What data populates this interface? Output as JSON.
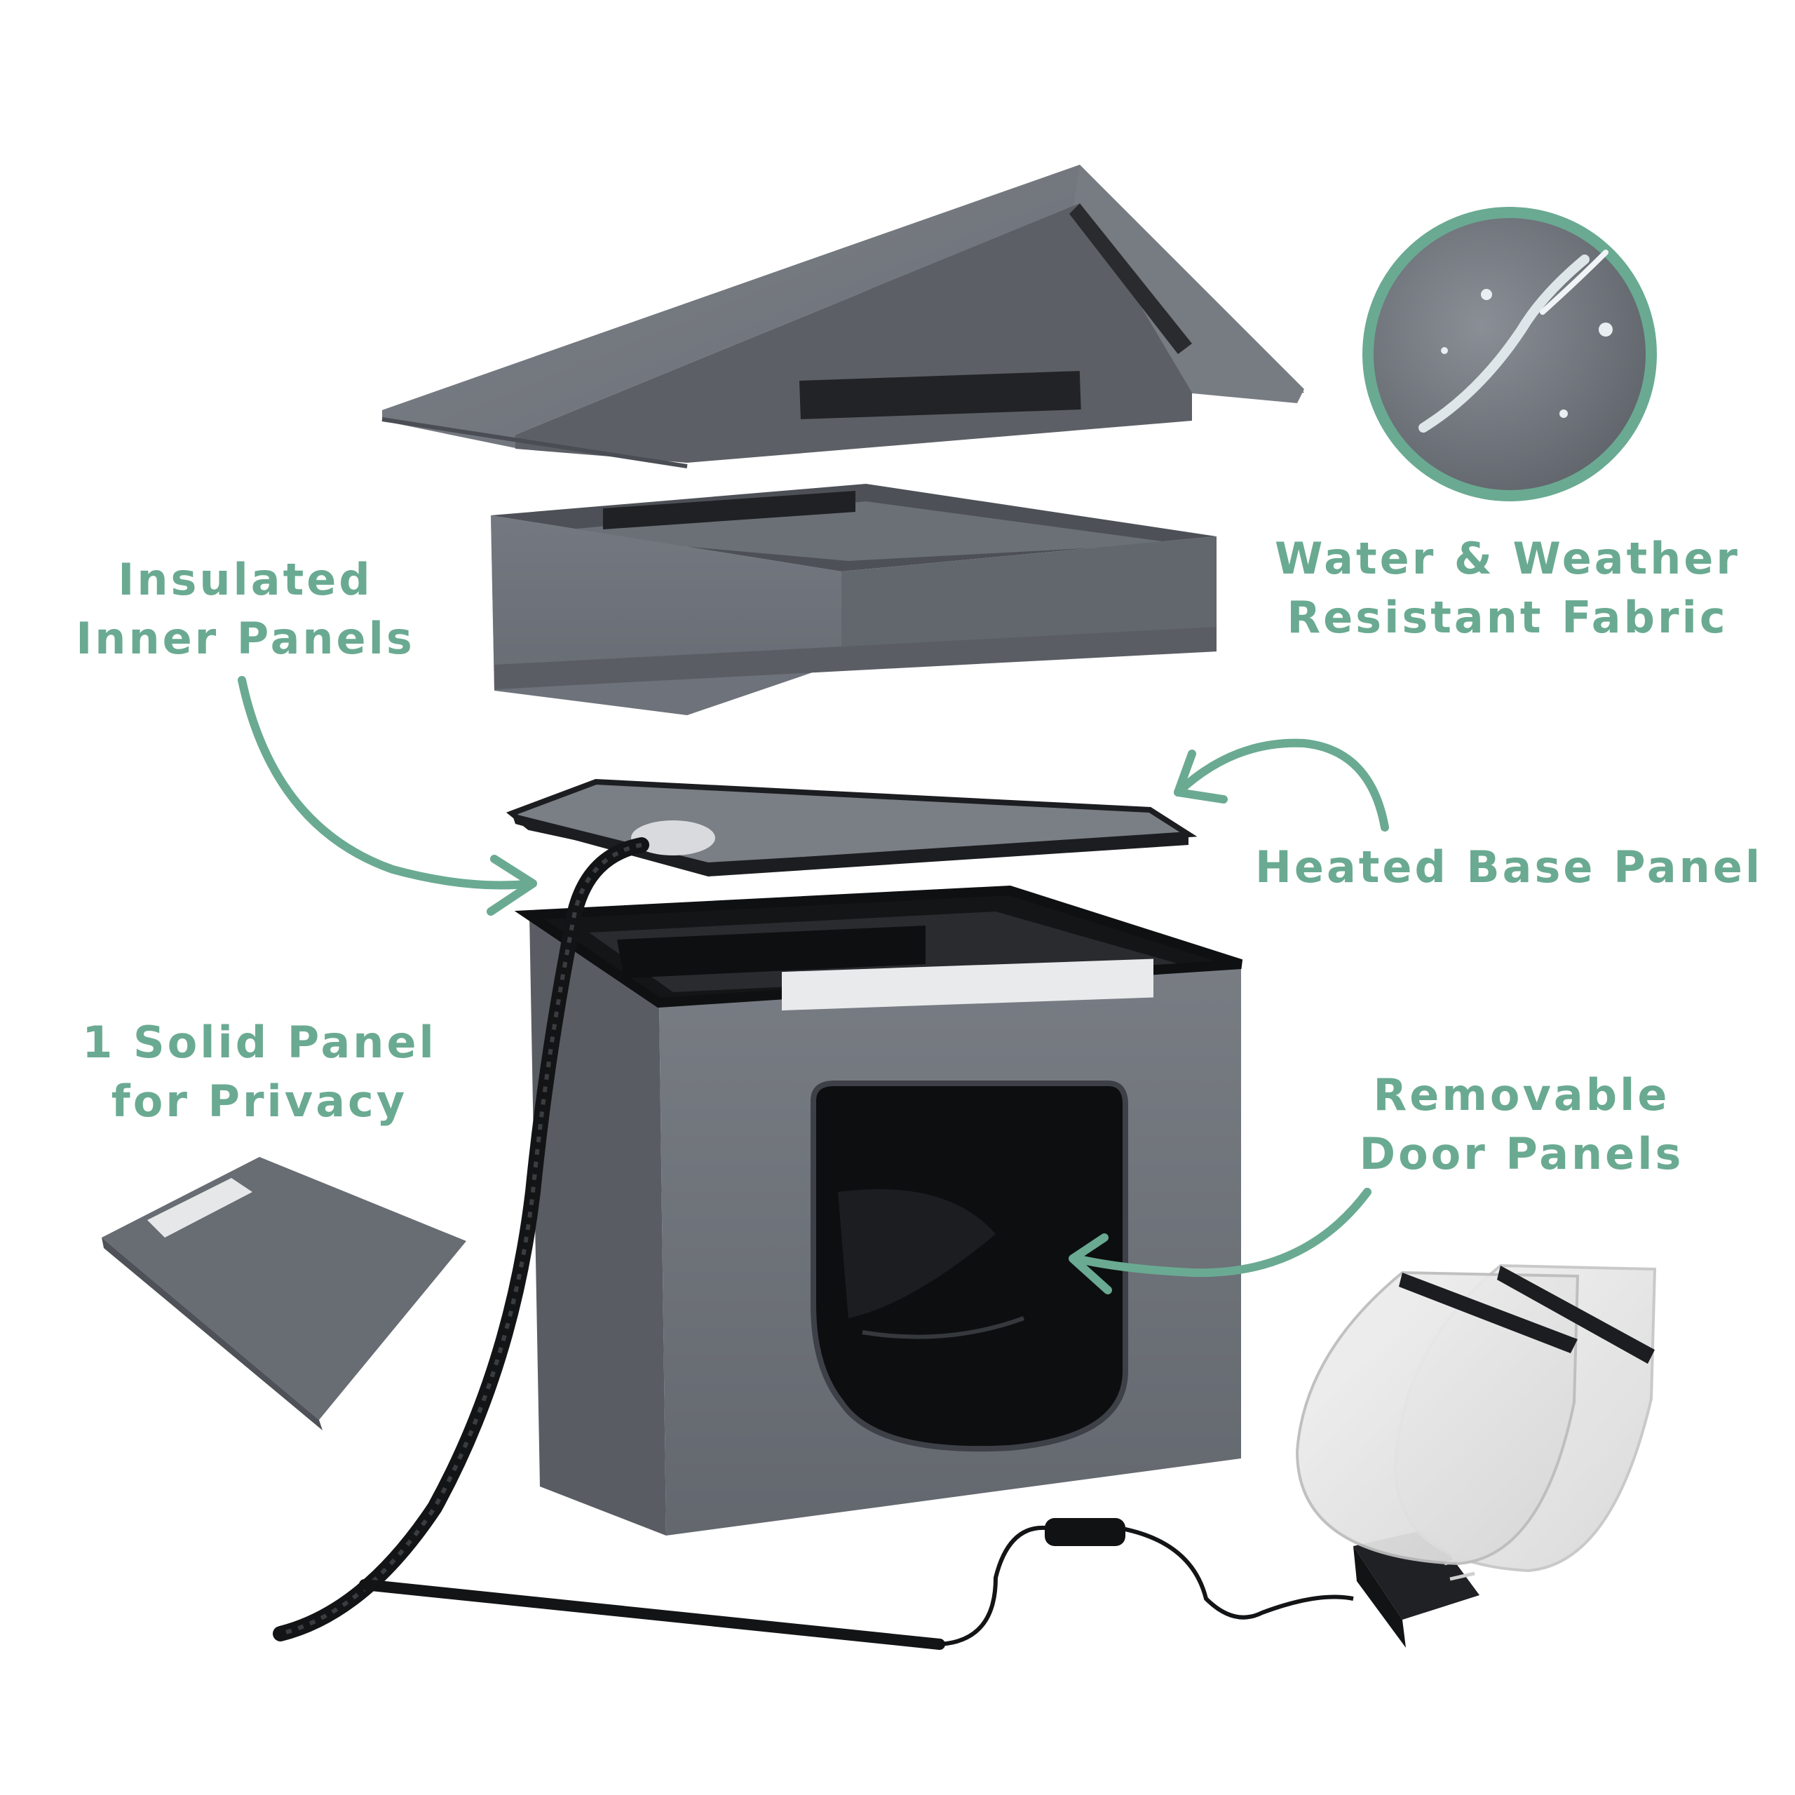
{
  "labels": {
    "insulated": {
      "line1": "Insulated",
      "line2": "Inner Panels"
    },
    "water": {
      "line1": "Water & Weather",
      "line2": "Resistant Fabric"
    },
    "heated": {
      "line1": "Heated Base Panel"
    },
    "solid": {
      "line1": "1 Solid Panel",
      "line2": "for Privacy"
    },
    "removable": {
      "line1": "Removable",
      "line2": "Door Panels"
    }
  },
  "colors": {
    "accent": "#6aaa92",
    "fabric": "#6f737a",
    "fabric_dark": "#55595f",
    "trim": "#1a1b1e",
    "background": "#ffffff"
  },
  "icons": {
    "callout": "curved-arrow-icon",
    "swatch": "water-droplet-fabric-icon"
  }
}
